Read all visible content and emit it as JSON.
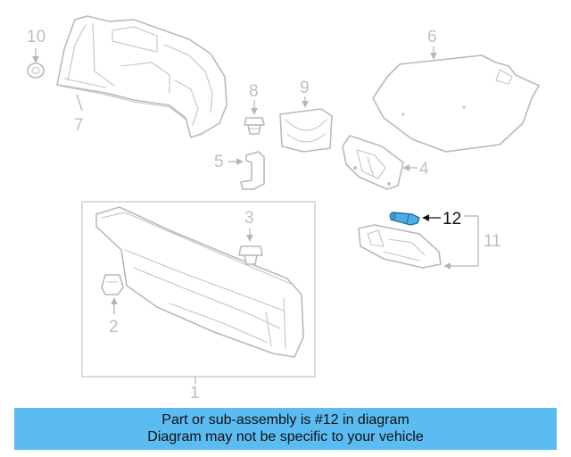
{
  "callouts": {
    "c1": "1",
    "c2": "2",
    "c3": "3",
    "c4": "4",
    "c5": "5",
    "c6": "6",
    "c7": "7",
    "c8": "8",
    "c9": "9",
    "c10": "10",
    "c11": "11",
    "c12": "12"
  },
  "highlight_callout": "12",
  "colors": {
    "banner": "#5bbcf2",
    "highlight_part": "#4aaee6",
    "line_art": "#b9b9b9"
  },
  "banner": {
    "line1": "Part or sub-assembly is #12 in diagram",
    "line2": "Diagram may not be specific to your vehicle"
  }
}
